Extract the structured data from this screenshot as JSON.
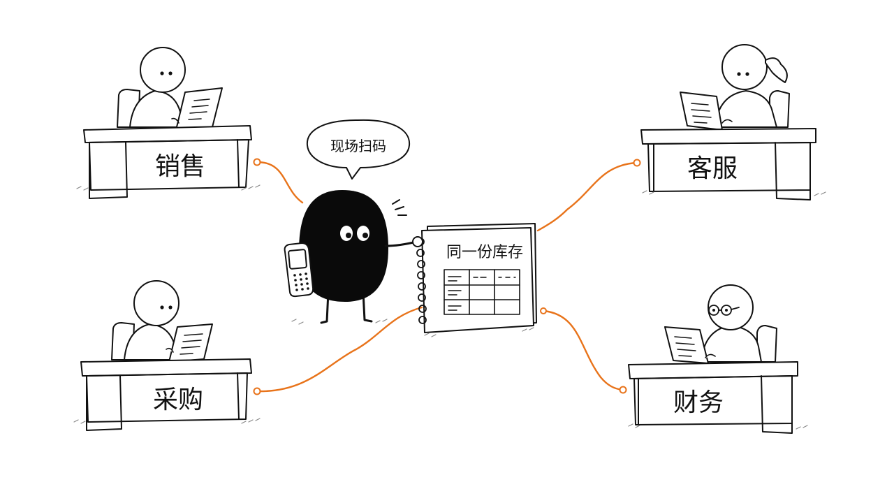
{
  "departments": {
    "sales": "销售",
    "customer_service": "客服",
    "purchasing": "采购",
    "finance": "财务"
  },
  "speech_bubble": "现场扫码",
  "notebook_title": "同一份库存",
  "colors": {
    "connector": "#e8731a",
    "ink": "#111111",
    "paper": "#ffffff"
  }
}
